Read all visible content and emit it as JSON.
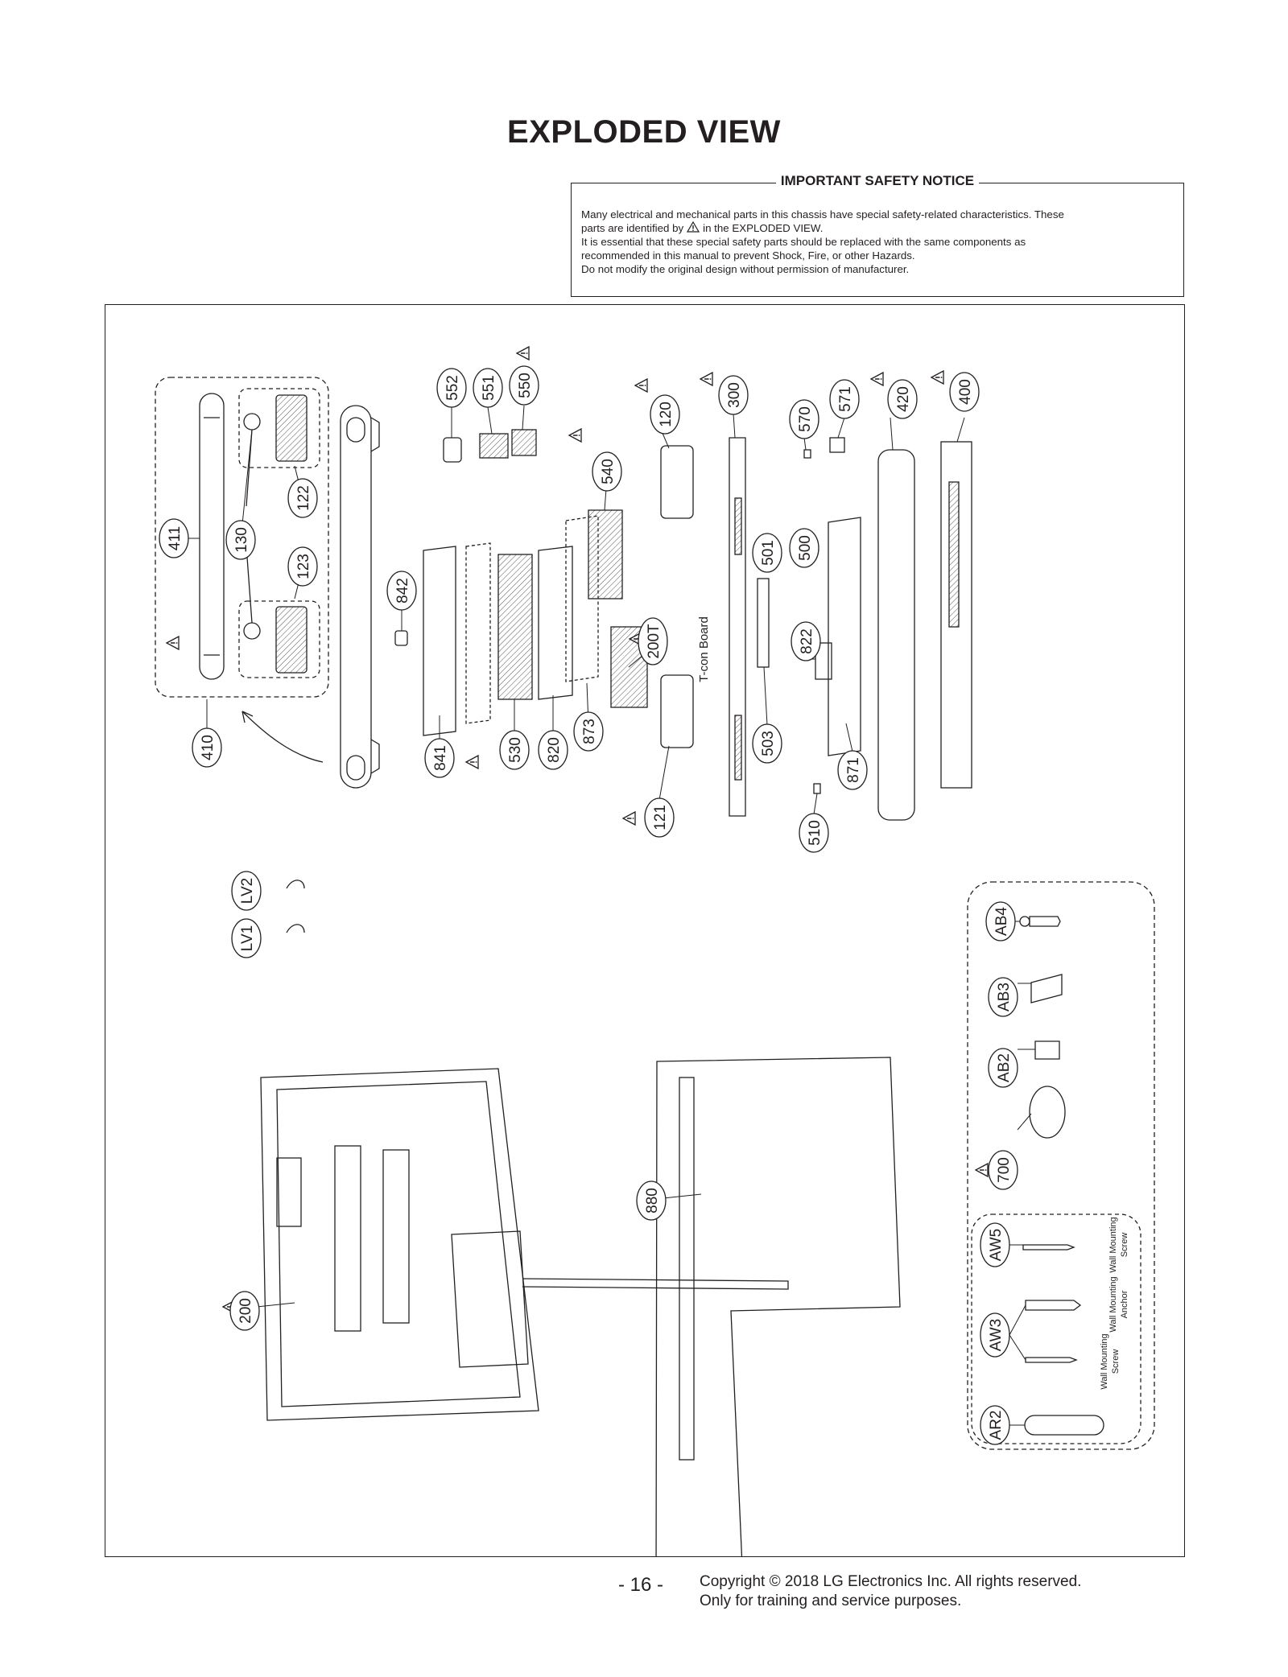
{
  "title": "EXPLODED VIEW",
  "notice": {
    "heading": "IMPORTANT SAFETY NOTICE",
    "line1": "Many electrical and mechanical parts in this chassis have special safety-related characteristics. These",
    "line2_before": "parts are identified by",
    "line2_after": "in the EXPLODED VIEW.",
    "line3": "It is essential that these special safety parts should be replaced with the same components as",
    "line4": "recommended in this manual to prevent Shock, Fire, or other Hazards.",
    "line5": "Do not modify the original design without permission of manufacturer."
  },
  "parts": {
    "p411": "411",
    "p130": "130",
    "p122": "122",
    "p123": "123",
    "p410": "410",
    "p552": "552",
    "p551": "551",
    "p550": "550",
    "p842": "842",
    "p841": "841",
    "p530": "530",
    "p820": "820",
    "p873": "873",
    "p540": "540",
    "p120": "120",
    "p121": "121",
    "p200T": "200T",
    "p300": "300",
    "p501": "501",
    "p503": "503",
    "p500": "500",
    "p570": "570",
    "p571": "571",
    "p822": "822",
    "p871": "871",
    "p510": "510",
    "p420": "420",
    "p400": "400",
    "pLV2": "LV2",
    "pLV1": "LV1",
    "p880": "880",
    "p200": "200",
    "pAB4": "AB4",
    "pAB3": "AB3",
    "pAB2": "AB2",
    "p700": "700",
    "pAW5": "AW5",
    "pAW3": "AW3",
    "pAR2": "AR2"
  },
  "labels": {
    "tcon": "T-con Board",
    "wm_screw_1a": "Wall Mounting",
    "wm_screw_1b": "Screw",
    "wm_anchor_a": "Wall Mounting",
    "wm_anchor_b": "Anchor",
    "wm_screw_2a": "Wall Mounting",
    "wm_screw_2b": "Screw"
  },
  "footer": {
    "page": "- 16 -",
    "copyright1": "Copyright © 2018 LG Electronics Inc. All rights reserved.",
    "copyright2": "Only for training and service purposes."
  }
}
